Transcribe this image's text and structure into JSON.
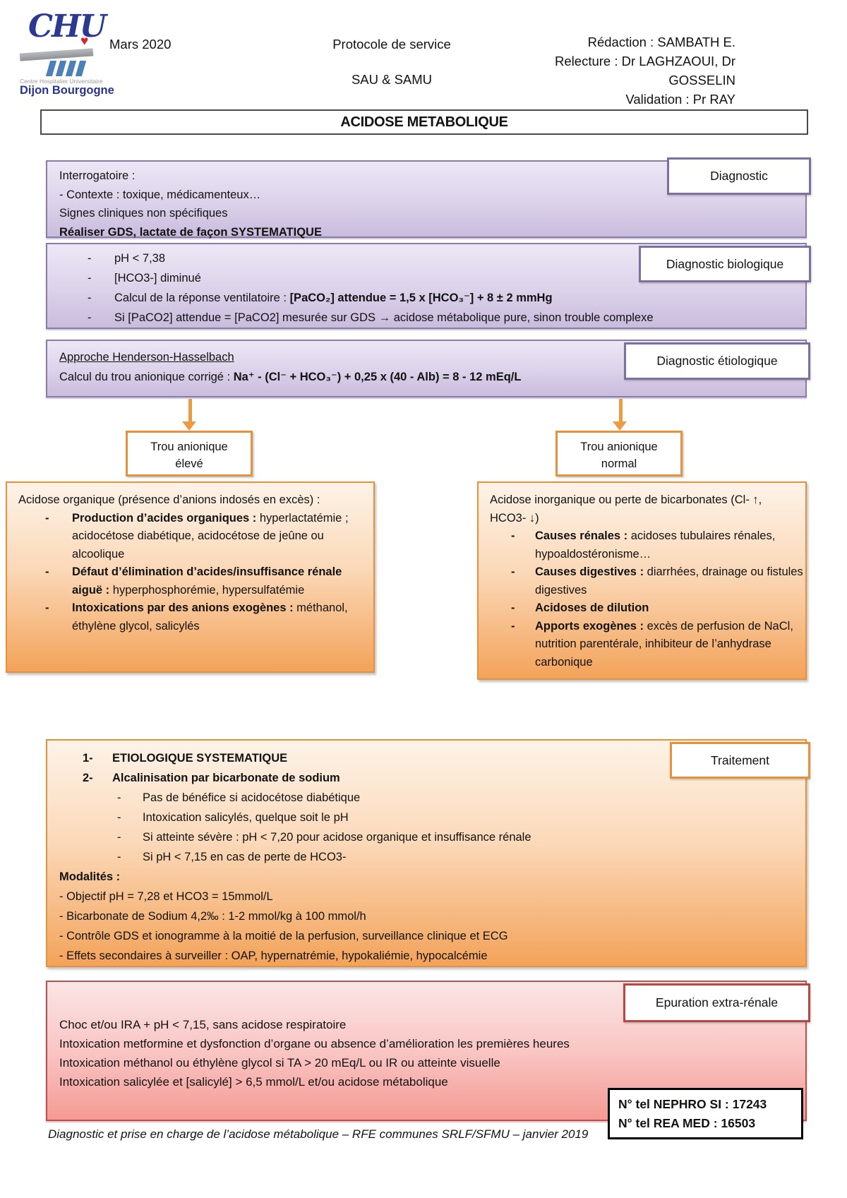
{
  "colors": {
    "purple_accent": "#8a7bab",
    "orange_accent": "#e8913d",
    "red_accent": "#b84743",
    "arrow_orange": "#ed9b40",
    "logo_blue": "#2b3990"
  },
  "header": {
    "logo": {
      "acronym": "CHU",
      "heart_icon": "♥",
      "subtitle": "Centre Hospitalier Universitaire",
      "brand": "Dijon Bourgogne"
    },
    "date": "Mars 2020",
    "center_line1": "Protocole de service",
    "center_line2": "SAU & SAMU",
    "right_line1": "Rédaction : SAMBATH E.",
    "right_line2": "Relecture : Dr LAGHZAOUI, Dr GOSSELIN",
    "right_line3": "Validation : Pr RAY"
  },
  "title": "ACIDOSE METABOLIQUE",
  "diagnostic": {
    "label": "Diagnostic",
    "lines": [
      "Interrogatoire :",
      "- Contexte : toxique, médicamenteux…",
      "Signes cliniques non spécifiques"
    ],
    "bold_line": "Réaliser GDS, lactate de façon SYSTEMATIQUE"
  },
  "bio": {
    "label": "Diagnostic biologique",
    "items": [
      {
        "text": "pH < 7,38"
      },
      {
        "text": "[HCO3-] diminué"
      },
      {
        "prefix": "Calcul de la réponse ventilatoire : ",
        "formula": "[PaCO₂] attendue = 1,5 x [HCO₃⁻] + 8 ± 2 mmHg"
      },
      {
        "prefix": "Si [PaCO2] attendue = [PaCO2] mesurée sur GDS ",
        "arrow": "→",
        "suffix": " acidose métabolique pure, sinon trouble complexe"
      }
    ]
  },
  "etio": {
    "label": "Diagnostic étiologique",
    "heading": "Approche Henderson-Hasselbach",
    "calc_prefix": "Calcul du trou anionique corrigé : ",
    "formula": "Na⁺ - (Cl⁻ + HCO₃⁻) + 0,25 x (40 - Alb) = 8 - 12 mEq/L"
  },
  "branch_left": {
    "box_title_line1": "Trou anionique",
    "box_title_line2": "élevé",
    "intro": "Acidose organique (présence d’anions indosés en excès) :",
    "items": [
      {
        "bold": "Production d’acides organiques :",
        "rest": " hyperlactatémie ; acidocétose diabétique, acidocétose de jeûne ou alcoolique"
      },
      {
        "bold": "Défaut d’élimination d’acides/insuffisance rénale aiguë :",
        "rest": " hyperphosphorémie, hypersulfatémie"
      },
      {
        "bold": "Intoxications par des anions exogènes :",
        "rest": " méthanol, éthylène glycol, salicylés"
      }
    ]
  },
  "branch_right": {
    "box_title_line1": "Trou anionique",
    "box_title_line2": "normal",
    "intro": "Acidose inorganique ou perte de bicarbonates (Cl- ↑, HCO3- ↓)",
    "items": [
      {
        "bold": "Causes rénales :",
        "rest": " acidoses tubulaires rénales, hypoaldostéronisme…"
      },
      {
        "bold": "Causes digestives :",
        "rest": " diarrhées, drainage ou fistules digestives"
      },
      {
        "bold": "Acidoses de dilution",
        "rest": ""
      },
      {
        "bold": "Apports exogènes :",
        "rest": " excès de perfusion de NaCl, nutrition parentérale, inhibiteur de l’anhydrase carbonique"
      }
    ]
  },
  "traitement": {
    "label": "Traitement",
    "steps": [
      {
        "num": "1-",
        "text": "ETIOLOGIQUE SYSTEMATIQUE"
      },
      {
        "num": "2-",
        "text": "Alcalinisation par bicarbonate de sodium"
      }
    ],
    "sub_items": [
      "Pas de bénéfice si acidocétose diabétique",
      "Intoxication salicylés, quelque soit le pH",
      "Si atteinte sévère : pH < 7,20 pour acidose organique et insuffisance rénale",
      "Si pH < 7,15 en cas de perte de HCO3-"
    ],
    "modalites_title": "Modalités :",
    "modalites": [
      "- Objectif pH = 7,28 et HCO3 = 15mmol/L",
      "- Bicarbonate de Sodium 4,2‰ : 1-2 mmol/kg à 100 mmol/h",
      "- Contrôle GDS et ionogramme à la moitié de la perfusion, surveillance clinique et ECG",
      "- Effets secondaires à surveiller : OAP, hypernatrémie, hypokaliémie, hypocalcémie"
    ]
  },
  "epuration": {
    "label": "Epuration extra-rénale",
    "lines": [
      "Choc et/ou IRA + pH < 7,15, sans acidose respiratoire",
      "Intoxication metformine et dysfonction d’organe ou absence d’amélioration les premières heures",
      "Intoxication méthanol ou éthylène glycol si TA > 20 mEq/L ou IR ou atteinte visuelle",
      "Intoxication salicylée et [salicylé] > 6,5 mmol/L et/ou acidose métabolique"
    ],
    "phone1": "N° tel NEPHRO SI : 17243",
    "phone2": "N° tel REA MED : 16503"
  },
  "footer": "Diagnostic et prise en charge de l’acidose métabolique – RFE communes SRLF/SFMU – janvier 2019",
  "misc": {
    "dash": "-"
  }
}
